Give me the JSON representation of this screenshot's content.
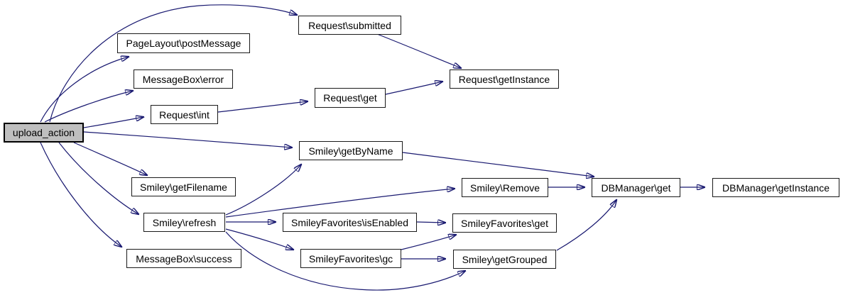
{
  "diagram": {
    "type": "call-graph",
    "background_color": "#ffffff",
    "edge_color": "#191970",
    "node_fill": "#ffffff",
    "node_border_color": "#000000",
    "root_node_fill": "#bfbfbf",
    "nodes": [
      {
        "id": "upload_action",
        "label": "upload_action",
        "root": true
      },
      {
        "id": "pagelayout-postmessage",
        "label": "PageLayout\\postMessage"
      },
      {
        "id": "messagebox-error",
        "label": "MessageBox\\error"
      },
      {
        "id": "request-int",
        "label": "Request\\int"
      },
      {
        "id": "request-submitted",
        "label": "Request\\submitted"
      },
      {
        "id": "request-get",
        "label": "Request\\get"
      },
      {
        "id": "request-getinstance",
        "label": "Request\\getInstance"
      },
      {
        "id": "smiley-getbyname",
        "label": "Smiley\\getByName"
      },
      {
        "id": "smiley-getfilename",
        "label": "Smiley\\getFilename"
      },
      {
        "id": "smiley-refresh",
        "label": "Smiley\\refresh"
      },
      {
        "id": "messagebox-success",
        "label": "MessageBox\\success"
      },
      {
        "id": "smiley-remove",
        "label": "Smiley\\Remove"
      },
      {
        "id": "smileyfavorites-isenabled",
        "label": "SmileyFavorites\\isEnabled"
      },
      {
        "id": "smileyfavorites-gc",
        "label": "SmileyFavorites\\gc"
      },
      {
        "id": "smileyfavorites-get",
        "label": "SmileyFavorites\\get"
      },
      {
        "id": "smiley-getgrouped",
        "label": "Smiley\\getGrouped"
      },
      {
        "id": "dbmanager-get",
        "label": "DBManager\\get"
      },
      {
        "id": "dbmanager-getinstance",
        "label": "DBManager\\getInstance"
      }
    ],
    "edges": [
      {
        "from": "upload_action",
        "to": "Request\\submitted"
      },
      {
        "from": "upload_action",
        "to": "PageLayout\\postMessage"
      },
      {
        "from": "upload_action",
        "to": "MessageBox\\error"
      },
      {
        "from": "upload_action",
        "to": "Request\\int"
      },
      {
        "from": "upload_action",
        "to": "Smiley\\getByName"
      },
      {
        "from": "upload_action",
        "to": "Smiley\\getFilename"
      },
      {
        "from": "upload_action",
        "to": "Smiley\\refresh"
      },
      {
        "from": "upload_action",
        "to": "MessageBox\\success"
      },
      {
        "from": "Request\\submitted",
        "to": "Request\\getInstance"
      },
      {
        "from": "Request\\int",
        "to": "Request\\get"
      },
      {
        "from": "Request\\get",
        "to": "Request\\getInstance"
      },
      {
        "from": "Smiley\\getByName",
        "to": "DBManager\\get"
      },
      {
        "from": "Smiley\\refresh",
        "to": "Smiley\\getByName"
      },
      {
        "from": "Smiley\\refresh",
        "to": "Smiley\\Remove"
      },
      {
        "from": "Smiley\\refresh",
        "to": "SmileyFavorites\\isEnabled"
      },
      {
        "from": "Smiley\\refresh",
        "to": "SmileyFavorites\\gc"
      },
      {
        "from": "Smiley\\refresh",
        "to": "Smiley\\getGrouped"
      },
      {
        "from": "Smiley\\Remove",
        "to": "DBManager\\get"
      },
      {
        "from": "SmileyFavorites\\isEnabled",
        "to": "SmileyFavorites\\get"
      },
      {
        "from": "SmileyFavorites\\gc",
        "to": "SmileyFavorites\\get"
      },
      {
        "from": "SmileyFavorites\\gc",
        "to": "Smiley\\getGrouped"
      },
      {
        "from": "Smiley\\getGrouped",
        "to": "DBManager\\get"
      },
      {
        "from": "DBManager\\get",
        "to": "DBManager\\getInstance"
      }
    ]
  }
}
